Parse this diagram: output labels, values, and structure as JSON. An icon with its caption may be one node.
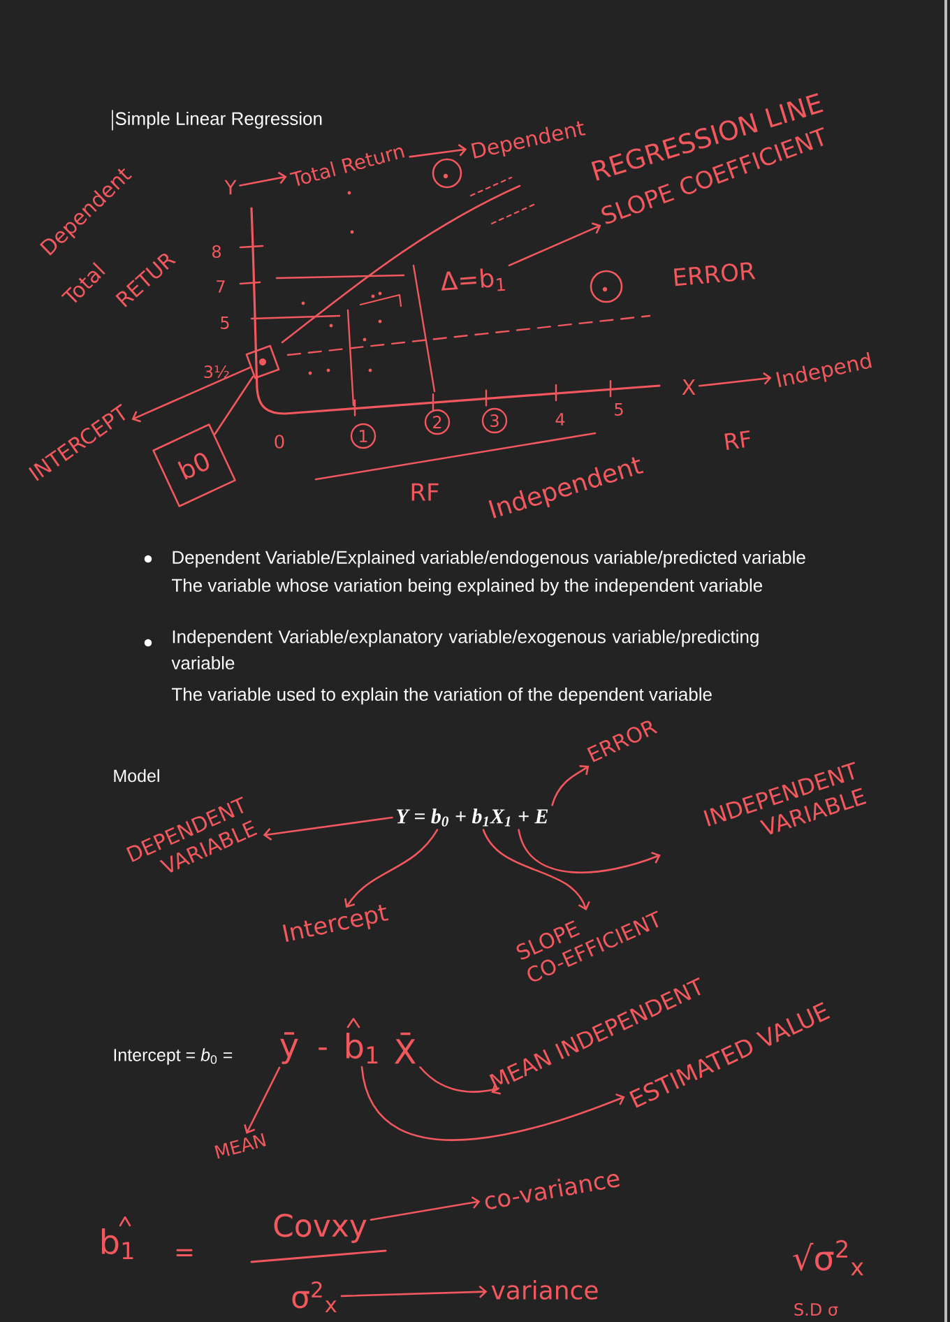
{
  "diagram": {
    "title": "Simple Linear Regression",
    "nodes": [
      {
        "text": [
          "Y"
        ]
      },
      {
        "text": [
          "Total Return"
        ]
      },
      {
        "text": [
          "Dependent"
        ]
      },
      {
        "text": [
          "Δ=b$_{1}$"
        ]
      },
      {
        "text": [
          "SLOPE COEFFICIENT"
        ]
      },
      {
        "text": [],
        "shape": "box"
      },
      {
        "text": [
          "INTERCEPT"
        ]
      },
      {
        "text": [
          "b0"
        ]
      },
      {
        "text": [
          "1"
        ]
      },
      {
        "text": [
          "2"
        ]
      },
      {
        "text": [
          "3"
        ]
      },
      {
        "text": [
          "X"
        ]
      },
      {
        "text": [
          "Independ"
        ]
      },
      {
        "text": [
          "Y = b$_{0}$ + b$_{1}$X$_{1}$ + E"
        ]
      },
      {
        "text": [
          "DEPENDENT VARIABLE"
        ]
      },
      {
        "text": [
          "ERROR"
        ]
      },
      {
        "text": [
          "INDEPENDENT VARIABLE"
        ]
      },
      {
        "text": [
          "Intercept"
        ]
      },
      {
        "text": [
          "SLOPE CO-EFFICIENT"
        ]
      },
      {
        "text": [
          "ȳ"
        ]
      },
      {
        "text": [
          "b$_{1}$"
        ]
      },
      {
        "text": [
          "X̄"
        ]
      },
      {
        "text": [
          "MEAN"
        ]
      },
      {
        "text": [
          "MEAN INDEPENDENT"
        ]
      },
      {
        "text": [
          "ESTIMATED VALUE"
        ]
      },
      {
        "text": [
          "Covxy"
        ]
      },
      {
        "text": [
          "co-variance"
        ]
      },
      {
        "text": [
          "σ$^{2}$$_{x}$"
        ]
      },
      {
        "text": [
          "variance"
        ]
      }
    ],
    "edges": [
      {
        "from": 0,
        "to": 1,
        "arrow": "to"
      },
      {
        "from": 1,
        "to": 2,
        "arrow": "to"
      },
      {
        "from": 3,
        "to": 4,
        "arrow": "to"
      },
      {
        "from": 5,
        "to": 6,
        "arrow": "to"
      },
      {
        "from": 5,
        "to": 7,
        "arrow": "none"
      },
      {
        "from": 11,
        "to": 12,
        "arrow": "to"
      },
      {
        "from": 13,
        "to": 14,
        "arrow": "to"
      },
      {
        "from": 13,
        "to": 15,
        "arrow": "to"
      },
      {
        "from": 13,
        "to": 16,
        "arrow": "to"
      },
      {
        "from": 13,
        "to": 17,
        "arrow": "to"
      },
      {
        "from": 13,
        "to": 18,
        "arrow": "to"
      },
      {
        "from": 19,
        "to": 22,
        "arrow": "to"
      },
      {
        "from": 21,
        "to": 23,
        "arrow": "to"
      },
      {
        "from": 20,
        "to": 24,
        "arrow": "to"
      },
      {
        "from": 25,
        "to": 26,
        "arrow": "to"
      },
      {
        "from": 27,
        "to": 28,
        "arrow": "to"
      }
    ],
    "labels": [
      "Dependent",
      "Total",
      "RETUR",
      "REGRESSION LINE",
      "8",
      "7",
      "ERROR",
      "5",
      "3½",
      "0",
      "4",
      "5",
      "RF",
      "RF",
      "Independent",
      "Dependent Variable/Explained variable/endogenous variable/predicted variable",
      "The variable whose variation being explained by the independent variable",
      "Independent Variable/explanatory variable/exogenous variable/predicting variable",
      "The variable used to explain the variation of the dependent variable",
      "Model",
      "Intercept = *b*$_{0}$ =",
      "-",
      "b$_{1}$",
      "=",
      "√σ$^{2}$$_{x}$",
      "S.D σ"
    ]
  }
}
